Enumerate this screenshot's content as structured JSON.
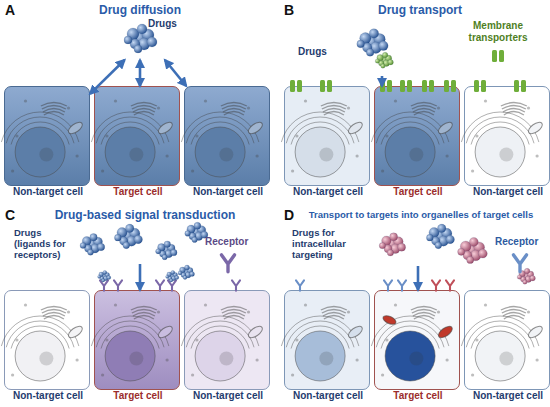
{
  "diagram": {
    "nodes": [
      {
        "text": [
          "Drugs"
        ]
      },
      {
        "text": [
          "Non-target cell"
        ]
      },
      {
        "text": [
          "Target cell"
        ]
      },
      {
        "text": [
          "Non-target cell"
        ]
      },
      {
        "text": [
          "Drugs"
        ]
      },
      {
        "text": [
          "Non-target cell"
        ]
      },
      {
        "text": [
          "Target cell"
        ]
      },
      {
        "text": [
          "Non-target cell"
        ]
      },
      {
        "text": [
          "Drugs (ligands for receptors)"
        ]
      },
      {
        "text": [
          "Non-target cell"
        ]
      },
      {
        "text": [
          "Target cell"
        ]
      },
      {
        "text": [
          "Non-target cell"
        ]
      },
      {
        "text": [
          "Drugs for intracellular targeting"
        ]
      },
      {
        "text": [
          "Non-target cell"
        ]
      },
      {
        "text": [
          "Target cell"
        ]
      },
      {
        "text": [
          "Non-target cell"
        ]
      }
    ],
    "edges": [
      {
        "from": 0,
        "to": 1,
        "arrow": "both"
      },
      {
        "from": 0,
        "to": 2,
        "arrow": "both"
      },
      {
        "from": 0,
        "to": 3,
        "arrow": "both"
      },
      {
        "from": 4,
        "to": 6,
        "arrow": "to"
      },
      {
        "from": 8,
        "to": 10,
        "arrow": "to"
      },
      {
        "from": 12,
        "to": 14,
        "arrow": "to"
      }
    ],
    "labels": [
      "A",
      "Drug diffusion",
      "B",
      "Drug transport",
      "Membrane transporters",
      "C",
      "Drug-based signal transduction",
      "Receptor",
      "D",
      "Transport to targets into organelles of target cells",
      "Receptor"
    ]
  }
}
